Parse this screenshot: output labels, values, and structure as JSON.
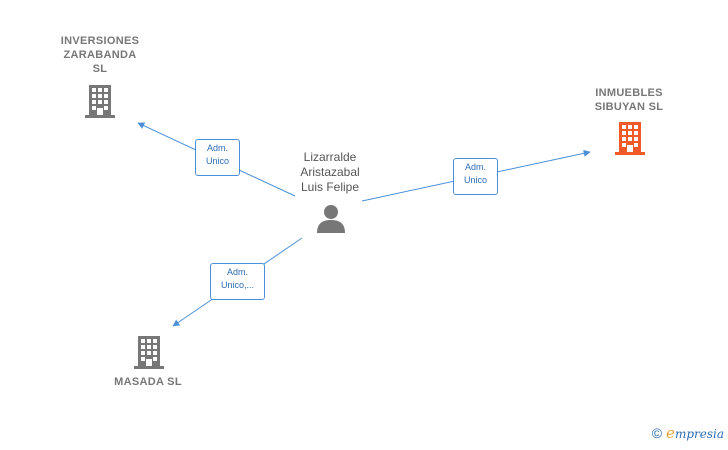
{
  "colors": {
    "edge": "#4a90d9",
    "company": "#777777",
    "company_highlight": "#f05a28",
    "person": "#777777"
  },
  "nodes": {
    "company_1": {
      "label_lines": [
        "INVERSIONES",
        "ZARABANDA",
        "SL"
      ],
      "icon": "building-icon"
    },
    "company_2": {
      "label_lines": [
        "INMUEBLES",
        "SIBUYAN  SL"
      ],
      "icon": "building-icon"
    },
    "company_3": {
      "label_lines": [
        "MASADA  SL"
      ],
      "icon": "building-icon"
    },
    "person": {
      "label_lines": [
        "Lizarralde",
        "Aristazabal",
        "Luis Felipe"
      ],
      "icon": "person-icon"
    }
  },
  "edges": [
    {
      "to": "company_1",
      "label_lines": [
        "Adm.",
        "Unico"
      ]
    },
    {
      "to": "company_2",
      "label_lines": [
        "Adm.",
        "Unico"
      ]
    },
    {
      "to": "company_3",
      "label_lines": [
        "Adm.",
        "Unico,..."
      ]
    }
  ],
  "footer": {
    "copyright": "©",
    "brand_initial": "e",
    "brand_rest": "mpresia"
  }
}
